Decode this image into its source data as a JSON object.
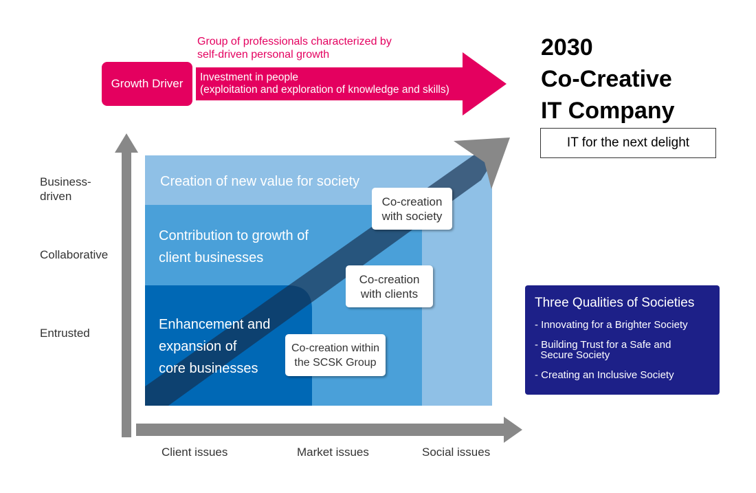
{
  "top": {
    "caption_line1": "Group of professionals characterized by",
    "caption_line2": "self-driven personal growth",
    "growth_driver": "Growth Driver",
    "arrow_line1": "Investment in people",
    "arrow_line2": "(exploitation and exploration of knowledge and skills)"
  },
  "vision": {
    "line1": "2030",
    "line2": "Co-Creative",
    "line3": "IT Company",
    "tagline": "IT for the next delight"
  },
  "y_axis": {
    "business_line1": "Business-",
    "business_line2": "driven",
    "collaborative": "Collaborative",
    "entrusted": "Entrusted"
  },
  "x_axis": {
    "client": "Client issues",
    "market": "Market issues",
    "social": "Social issues"
  },
  "bands": {
    "society": "Creation of new value for society",
    "clients_line1": "Contribution to growth of",
    "clients_line2": "client businesses",
    "core_line1": "Enhancement and",
    "core_line2": "expansion of",
    "core_line3": "core businesses"
  },
  "cocreation": {
    "society_line1": "Co-creation",
    "society_line2": "with society",
    "clients_line1": "Co-creation",
    "clients_line2": "with clients",
    "group_line1": "Co-creation within",
    "group_line2": "the SCSK Group"
  },
  "qualities": {
    "title": "Three Qualities of Societies",
    "items": [
      "- Innovating for a Brighter Society",
      "- Building Trust for a Safe and",
      "  Secure Society",
      "- Creating an Inclusive Society"
    ]
  },
  "colors": {
    "pink": "#e4005f",
    "navy": "#1d2088",
    "light_blue": "#8fc0e6",
    "mid_blue": "#4aa0d9",
    "dark_blue": "#0068b5",
    "gray": "#888888"
  }
}
